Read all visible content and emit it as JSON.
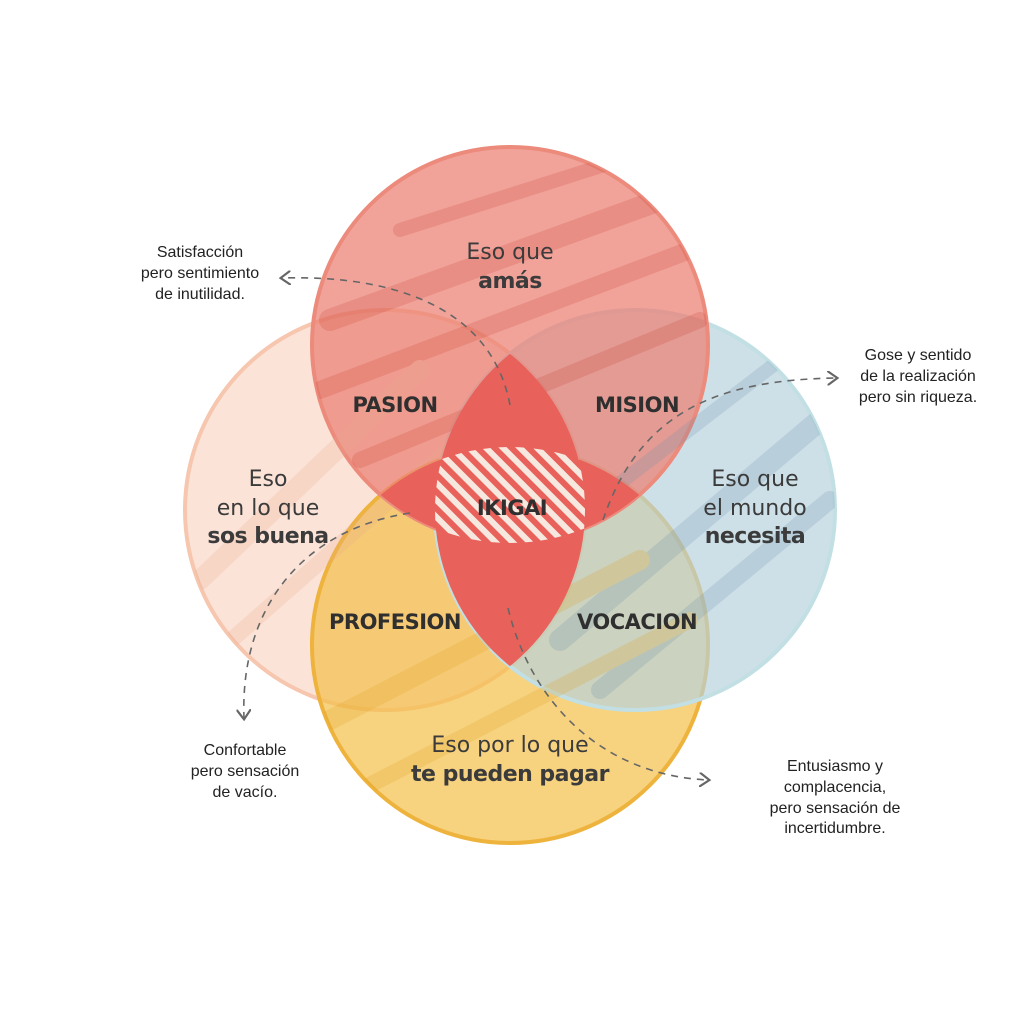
{
  "circles": {
    "top": {
      "line1": "Eso que",
      "line2": "amás",
      "color": "#ec8073"
    },
    "left": {
      "line1": "Eso",
      "line2": "en lo que",
      "line3": "sos buena",
      "color": "#f8d0bd"
    },
    "right": {
      "line1": "Eso que",
      "line2": "el mundo",
      "line3": "necesita",
      "color": "#b5d2dd"
    },
    "bottom": {
      "line1": "Eso por lo que",
      "line2": "te pueden pagar",
      "color": "#f4c14d"
    }
  },
  "zones": {
    "pasion": "PASION",
    "mision": "MISION",
    "profesion": "PROFESION",
    "vocacion": "VOCACION",
    "ikigai": "IKIGAI"
  },
  "notes": {
    "top_left": [
      "Satisfacción",
      "pero sentimiento",
      "de inutilidad."
    ],
    "top_right": [
      "Gose y sentido",
      "de la realización",
      "pero sin riqueza."
    ],
    "bottom_left": [
      "Confortable",
      "pero sensación",
      "de vacío."
    ],
    "bottom_right": [
      "Entusiasmo y",
      "complacencia,",
      "pero sensación de",
      "incertidumbre."
    ]
  },
  "colors": {
    "petal": "#e8615a",
    "arrow": "#666666"
  }
}
